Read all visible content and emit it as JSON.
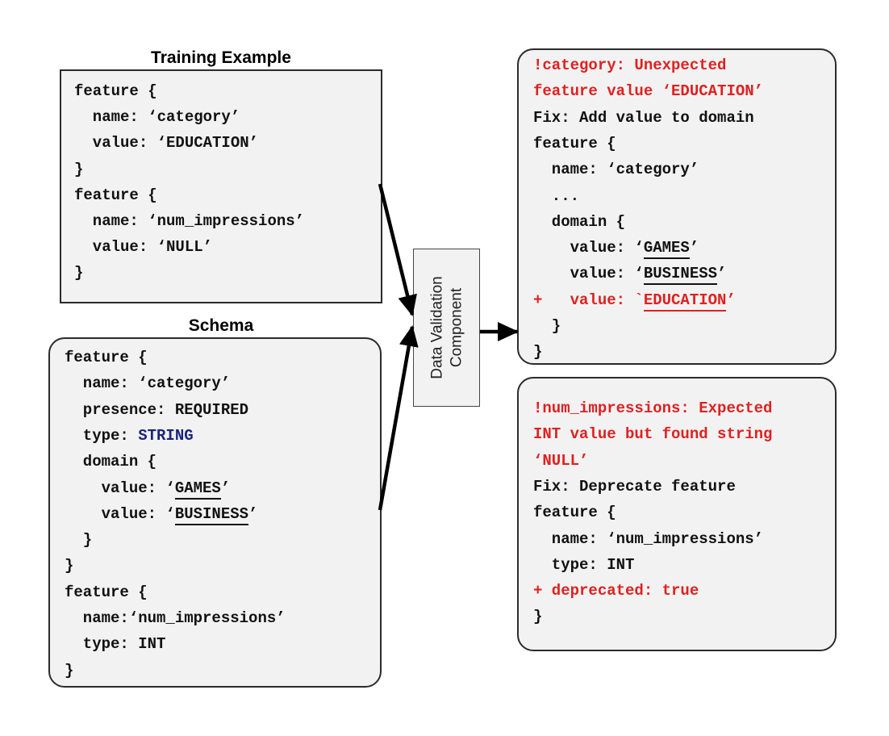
{
  "training_example": {
    "title": "Training Example",
    "lines": [
      {
        "text": "feature {"
      },
      {
        "text": "  name: ‘category’"
      },
      {
        "text": "  value: ‘EDUCATION’"
      },
      {
        "text": "}"
      },
      {
        "text": "feature {"
      },
      {
        "text": "  name: ‘num_impressions’"
      },
      {
        "text": "  value: ‘NULL’"
      },
      {
        "text": "}"
      }
    ]
  },
  "schema": {
    "title": "Schema",
    "lines": [
      {
        "text": "feature {"
      },
      {
        "text": "  name: ‘category’"
      },
      {
        "text": "  presence: REQUIRED"
      },
      {
        "text": "  type: ",
        "accent": "STRING"
      },
      {
        "text": "  domain {"
      },
      {
        "text": "    value: ‘",
        "ul": "GAMES",
        "tail": "’"
      },
      {
        "text": "    value: ‘",
        "ul": "BUSINESS",
        "tail": "’"
      },
      {
        "text": "  }"
      },
      {
        "text": "}"
      },
      {
        "text": "feature {"
      },
      {
        "text": "  name:‘num_impressions’"
      },
      {
        "text": "  type: INT"
      },
      {
        "text": "}"
      }
    ]
  },
  "validator": {
    "label_line1": "Data Validation",
    "label_line2": "Component"
  },
  "anomaly_category": {
    "lines": [
      {
        "text": "!category: Unexpected",
        "red": true
      },
      {
        "text": "feature value ‘EDUCATION’",
        "red": true
      },
      {
        "text": "Fix: Add value to domain"
      },
      {
        "text": "feature {"
      },
      {
        "text": "  name: ‘category’"
      },
      {
        "text": "  ..."
      },
      {
        "text": "  domain {"
      },
      {
        "text": "    value: ‘",
        "ul": "GAMES",
        "tail": "’"
      },
      {
        "text": "    value: ‘",
        "ul": "BUSINESS",
        "tail": "’"
      },
      {
        "text": "+   value: `",
        "ul": "EDUCATION",
        "tail": "’",
        "red": true
      },
      {
        "text": "  }"
      },
      {
        "text": "}"
      }
    ]
  },
  "anomaly_impressions": {
    "lines": [
      {
        "text": "!num_impressions: Expected",
        "red": true
      },
      {
        "text": "INT value but found string",
        "red": true
      },
      {
        "text": "‘NULL’",
        "red": true
      },
      {
        "text": "Fix: Deprecate feature"
      },
      {
        "text": "feature {"
      },
      {
        "text": "  name: ‘num_impressions’"
      },
      {
        "text": "  type: INT"
      },
      {
        "text": "+ deprecated: true",
        "red": true
      },
      {
        "text": "}"
      }
    ]
  },
  "colors": {
    "anomaly": "#e02020",
    "type_keyword": "#1a237e",
    "box_fill": "#f2f2f2"
  }
}
